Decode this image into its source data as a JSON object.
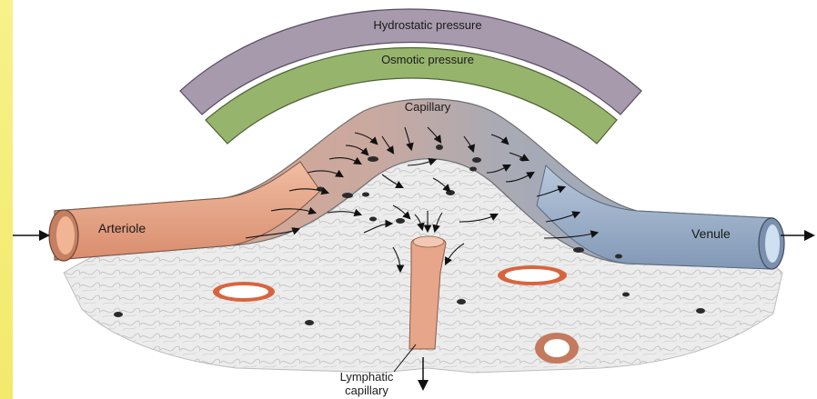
{
  "labels": {
    "hydrostatic": "Hydrostatic pressure",
    "osmotic": "Osmotic pressure",
    "capillary": "Capillary",
    "arteriole": "Arteriole",
    "venule": "Venule",
    "lymphatic_line1": "Lymphatic",
    "lymphatic_line2": "capillary"
  },
  "colors": {
    "hydrostatic_band": "#a79aad",
    "osmotic_band": "#97b46d",
    "arteriole": "#e8a88a",
    "venule": "#9fb3cc",
    "lymphatic": "#e7a58a",
    "tissue": "#eeeeee",
    "left_strip": "#f4ee7a"
  },
  "icons": {
    "flow_arrows": "arrow-icon",
    "cells": "cell-icon"
  }
}
